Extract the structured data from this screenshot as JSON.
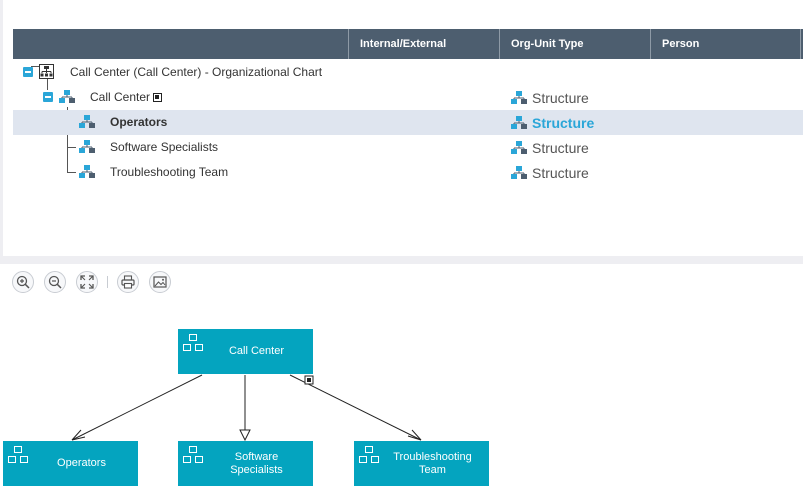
{
  "grid": {
    "columns": [
      {
        "label": ""
      },
      {
        "label": "Internal/External"
      },
      {
        "label": "Org-Unit Type"
      },
      {
        "label": "Person"
      }
    ],
    "rows": [
      {
        "label": "Call Center (Call Center) - Organizational Chart",
        "type": "",
        "icon": "org-chart-icon"
      },
      {
        "label": "Call Center",
        "type": "Structure",
        "icon": "org-unit-icon"
      },
      {
        "label": "Operators",
        "type": "Structure",
        "icon": "org-unit-icon",
        "selected": true
      },
      {
        "label": "Software Specialists",
        "type": "Structure",
        "icon": "org-unit-icon"
      },
      {
        "label": "Troubleshooting Team",
        "type": "Structure",
        "icon": "org-unit-icon"
      }
    ]
  },
  "toolbar": {
    "buttons": [
      "zoom-in-icon",
      "zoom-out-icon",
      "fit-to-screen-icon",
      "print-icon",
      "export-image-icon"
    ]
  },
  "diagram": {
    "root": {
      "label": "Call Center"
    },
    "children": [
      {
        "label": "Operators"
      },
      {
        "label": "Software Specialists"
      },
      {
        "label": "Troubleshooting Team"
      }
    ]
  },
  "colors": {
    "header_bg": "#4d5e6f",
    "accent_blue": "#2aa6d8",
    "node_teal": "#04a4bf",
    "selected_row": "#dfe5ef"
  }
}
